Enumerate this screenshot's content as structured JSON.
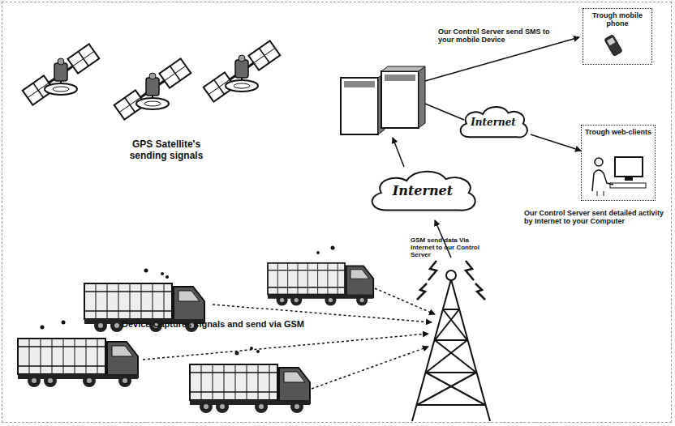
{
  "diagram": {
    "nodes": [
      {
        "text": [
          "Trough mobile phone"
        ]
      },
      {
        "text": [
          "Internet"
        ]
      },
      {
        "text": [
          "Trough web-clients"
        ]
      },
      {
        "text": [
          "Internet"
        ]
      }
    ],
    "edges": [
      {
        "from": 1,
        "to": 2,
        "arrow": "to"
      }
    ],
    "labels": [
      "GPS Satellite's sending signals",
      "Our Control Server send SMS to your mobile Device",
      "Our Control Server sent detailed activity by Internet to your Computer",
      "GSM send data Via Internet to our Control Server",
      "Device Captures signals and send via GSM"
    ]
  }
}
